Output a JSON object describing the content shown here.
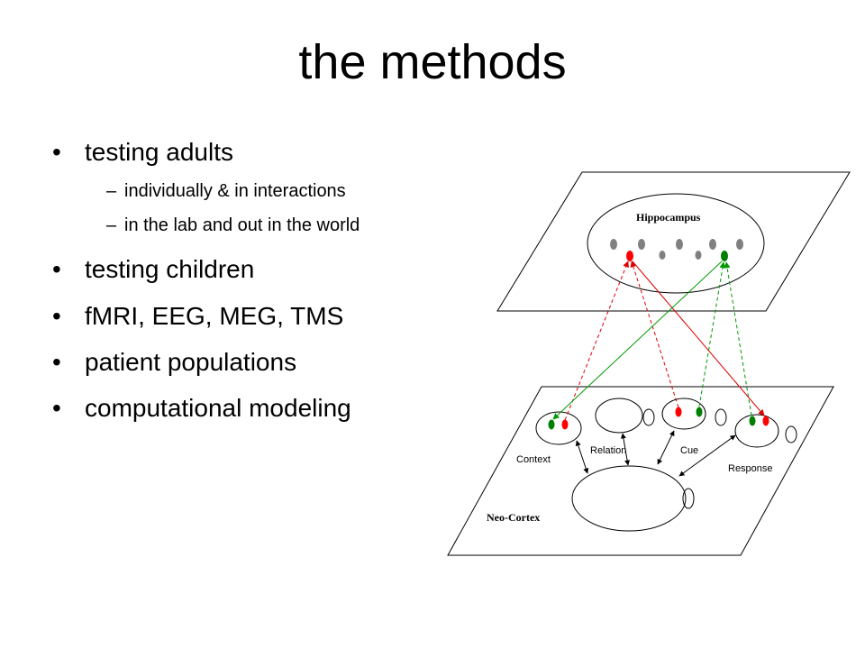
{
  "slide": {
    "title": "the methods",
    "bullets": {
      "b1": "testing adults",
      "b1_sub1": "individually & in interactions",
      "b1_sub2": "in the lab and out in the world",
      "b2": "testing children",
      "b3": "fMRI, EEG, MEG, TMS",
      "b4": "patient populations",
      "b5": "computational modeling"
    },
    "dash": "–"
  },
  "diagram": {
    "hippocampus_label": "Hippocampus",
    "neocortex_label": "Neo-Cortex",
    "context_label": "Context",
    "relation_label": "Relation",
    "cue_label": "Cue",
    "response_label": "Response",
    "colors": {
      "red": "#ff0000",
      "green": "#008000",
      "gray": "#808080",
      "arrow_red": "#dd0000",
      "arrow_green": "#009900"
    }
  }
}
